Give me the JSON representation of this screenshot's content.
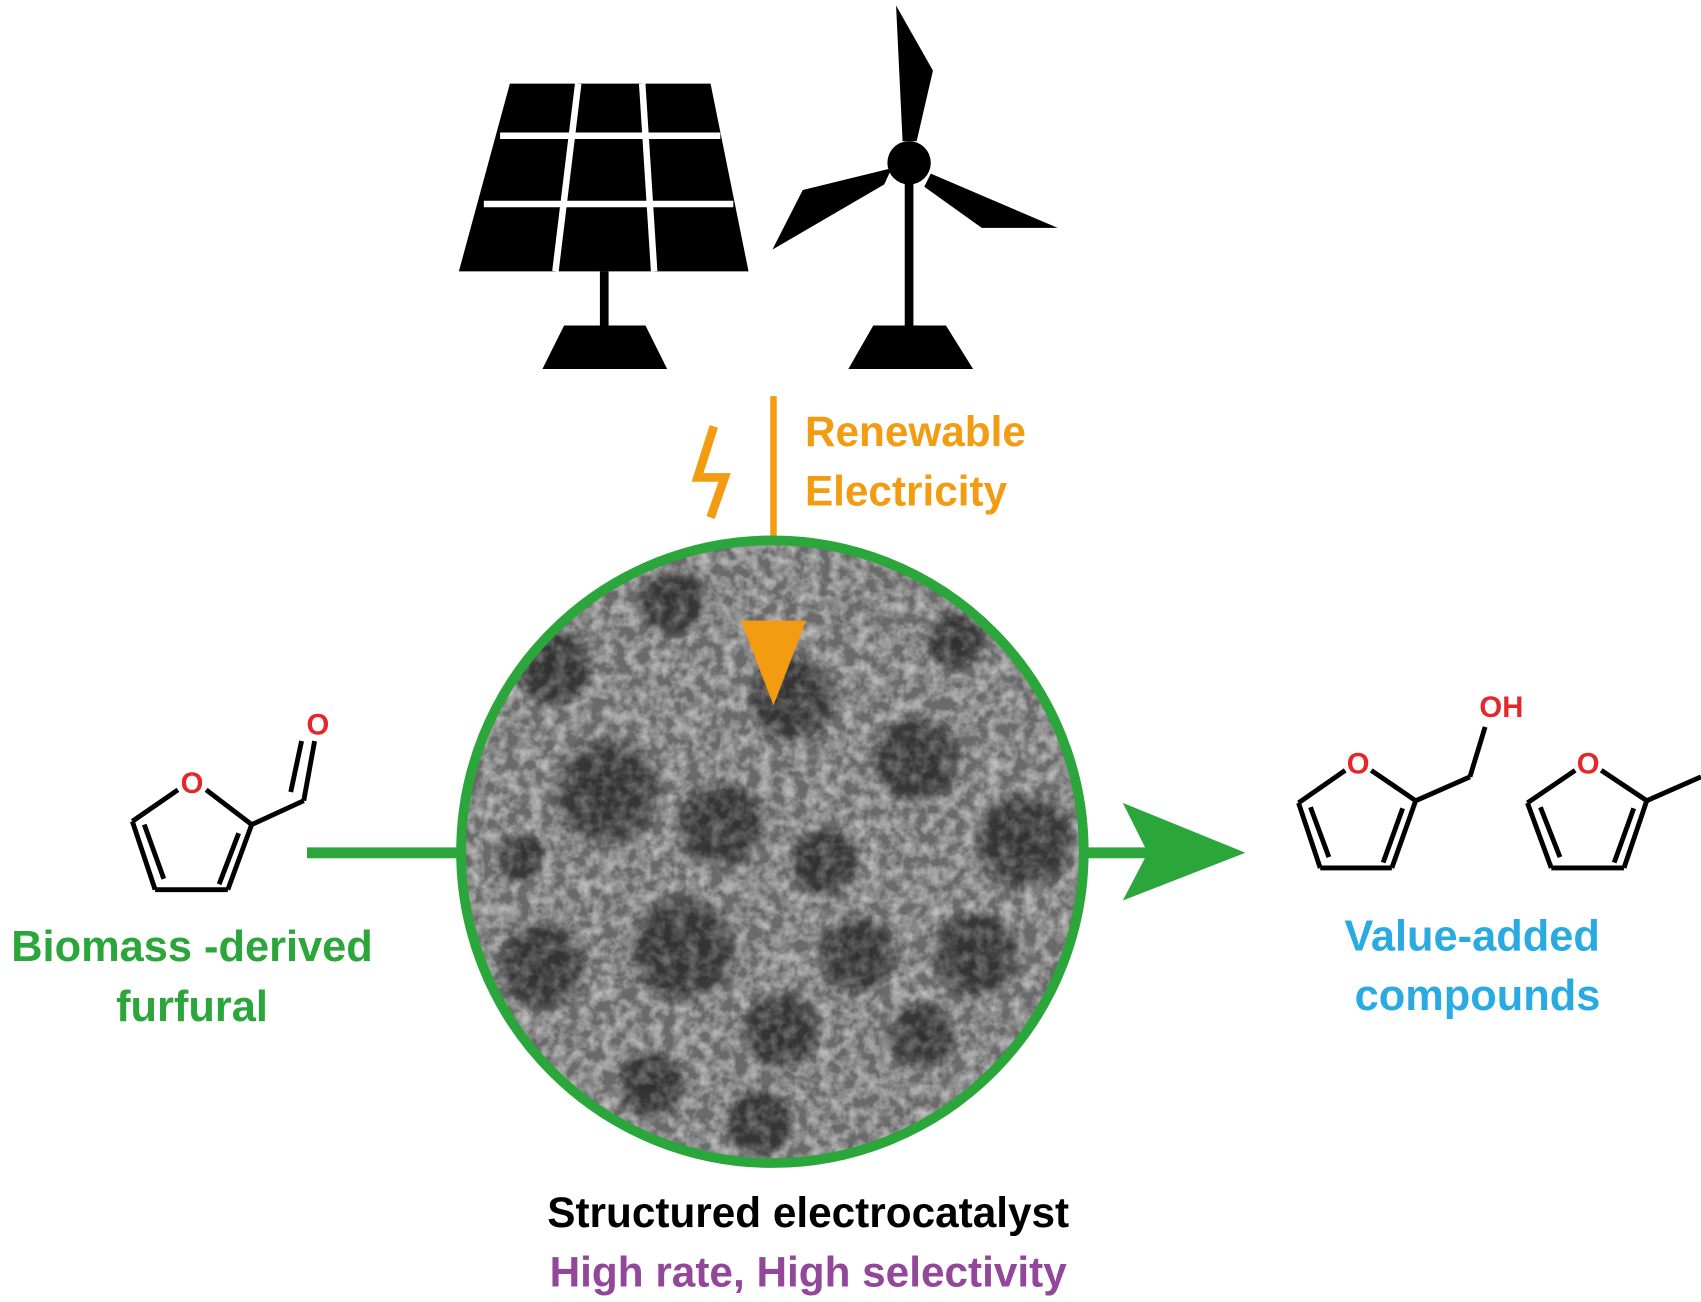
{
  "energy": {
    "label_line1": "Renewable",
    "label_line2": "Electricity"
  },
  "reactant": {
    "label_line1": "Biomass -derived",
    "label_line2": "furfural",
    "atom_o_ring": "O",
    "atom_o_carbonyl": "O"
  },
  "products": {
    "label_line1": "Value-added",
    "label_line2": "compounds",
    "furfuryl_alcohol_o": "O",
    "furfuryl_alcohol_oh": "OH",
    "methylfuran_o": "O"
  },
  "catalyst": {
    "title": "Structured electrocatalyst",
    "subtitle": "High rate, High selectivity"
  },
  "colors": {
    "green": "#2aa63a",
    "orange": "#f39c12",
    "blue": "#29abe2",
    "purple": "#93479a",
    "red": "#e5262b"
  }
}
